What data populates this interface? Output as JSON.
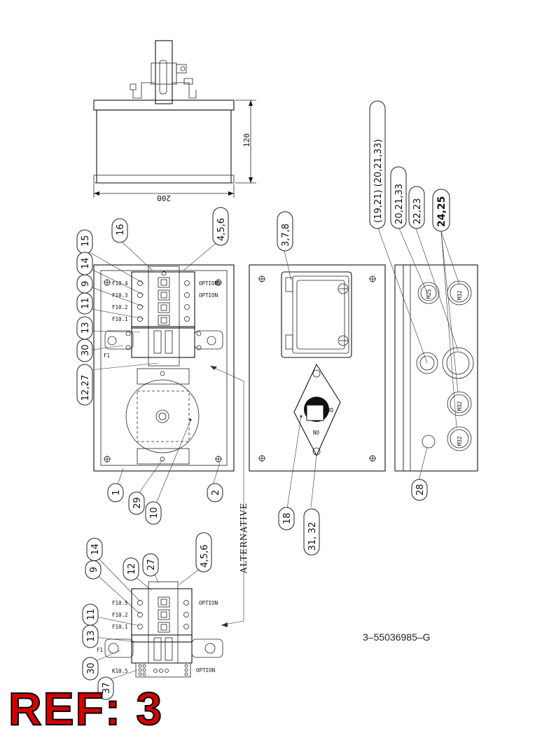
{
  "dimensions": {
    "width": "200",
    "height": "120"
  },
  "callouts": {
    "c16": "16",
    "c15": "15",
    "c14": "14",
    "c9": "9",
    "c11": "11",
    "c13": "13",
    "c30": "30",
    "c12_27": "12,27",
    "c4_5_6": "4,5,6",
    "c1": "1",
    "c29": "29",
    "c10": "10",
    "c2": "2",
    "c3_7_8": "3,7,8",
    "c18": "18",
    "c31_32": "31, 32",
    "c19_21_20_21_33": "(19,21) (20,21,33)",
    "c20_21_33": "20,21,33",
    "c22_23": "22,23",
    "c24_25": "24,25",
    "c28": "28",
    "alt14": "14",
    "alt9": "9",
    "alt12": "12",
    "alt27": "27",
    "alt4_5_6": "4,5,6",
    "alt11": "11",
    "alt13": "13",
    "alt30": "30",
    "alt37": "37"
  },
  "labels": {
    "f10_4": "F10.4",
    "f10_3": "F10.3",
    "f10_2": "F10.2",
    "f10_1": "F10.1",
    "option1": "OPTION",
    "option2": "OPTION",
    "f1": "F1",
    "alt_f10_5": "F10.5",
    "alt_f10_2": "F10.2",
    "alt_f10_1": "F10.1",
    "alt_option": "OPTION",
    "alt_f1": "F1",
    "alt_k10_5": "K10.5",
    "alt_option2": "OPTION",
    "m25": "M25",
    "m32a": "M32",
    "m32b": "M32",
    "m32c": "M32",
    "switch_off": "OFF",
    "switch_on": "ON",
    "alternative": "ALTERNATIVE"
  },
  "document_number": "3–55036985–G",
  "reference": "REF: 3"
}
